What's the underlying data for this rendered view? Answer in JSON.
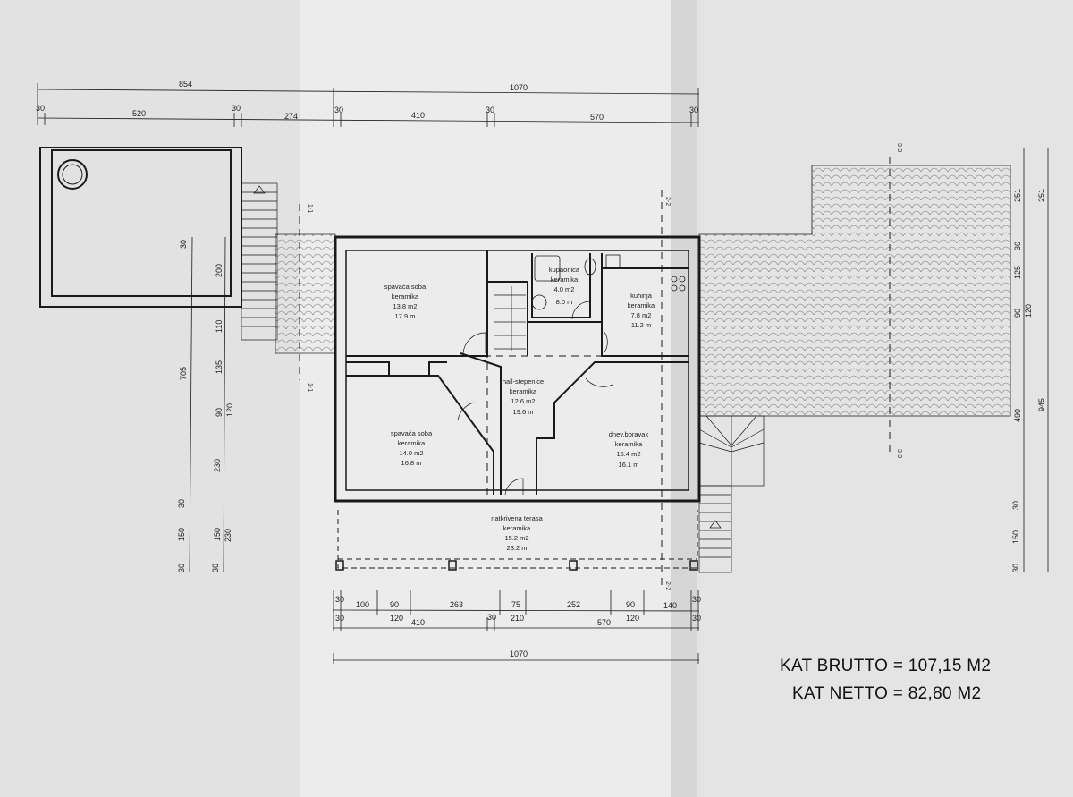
{
  "dimensions": {
    "top_overall": [
      "854",
      "1070"
    ],
    "top_detail": [
      "30",
      "520",
      "30",
      "274",
      "30",
      "410",
      "30",
      "570",
      "30"
    ],
    "bottom_row1": [
      "30",
      "100",
      "90",
      "263",
      "75",
      "252",
      "90",
      "140",
      "30"
    ],
    "bottom_row1_openings": [
      "120",
      "210",
      "120"
    ],
    "bottom_row2": [
      "30",
      "410",
      "30",
      "570",
      "30"
    ],
    "bottom_overall": "1070",
    "left_outer": [
      "30",
      "705",
      "30",
      "150",
      "30"
    ],
    "left_inner": [
      "200",
      "110",
      "135",
      "90",
      "120",
      "230",
      "150",
      "230",
      "30"
    ],
    "right_inner": [
      "251",
      "30",
      "125",
      "90",
      "120",
      "490",
      "30",
      "150",
      "30"
    ],
    "right_outer": [
      "251",
      "945"
    ]
  },
  "sections": {
    "s1": "1-1",
    "s2": "2-2",
    "s3": "3-3"
  },
  "rooms": [
    {
      "name": "spavaća soba",
      "floor": "keramika",
      "area": "13.8 m2",
      "perimeter": "17.9 m"
    },
    {
      "name": "kupaonica",
      "floor": "keramika",
      "area": "4.0 m2",
      "perimeter": "8.0 m"
    },
    {
      "name": "kuhinja",
      "floor": "keramika",
      "area": "7.8 m2",
      "perimeter": "11.2 m"
    },
    {
      "name": "hall-stepenice",
      "floor": "keramika",
      "area": "12.6 m2",
      "perimeter": "19.6 m"
    },
    {
      "name": "spavaća soba",
      "floor": "keramika",
      "area": "14.0 m2",
      "perimeter": "16.8 m"
    },
    {
      "name": "dnev.boravak",
      "floor": "keramika",
      "area": "15.4 m2",
      "perimeter": "16.1 m"
    },
    {
      "name": "natkrivena terasa",
      "floor": "keramika",
      "area": "15.2 m2",
      "perimeter": "23.2 m"
    }
  ],
  "totals": {
    "brutto": "KAT BRUTTO = 107,15 M2",
    "netto": "KAT NETTO = 82,80 M2"
  },
  "colors": {
    "paper": "#e6e6e6",
    "ink": "#1a1a1a"
  }
}
